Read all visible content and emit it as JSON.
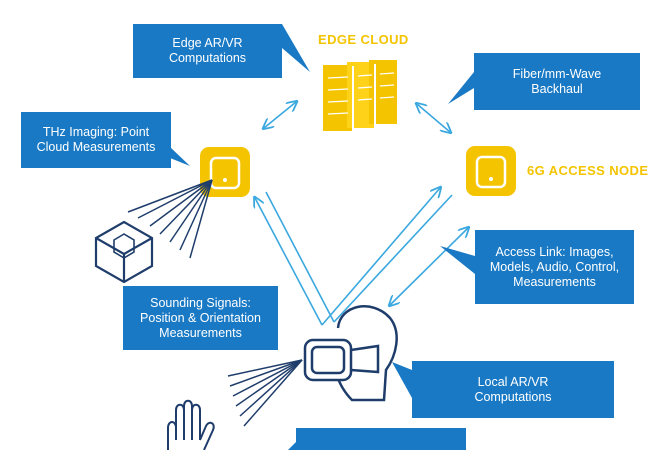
{
  "nodes": {
    "edge_cloud": "EDGE CLOUD",
    "access_node": "6G ACCESS NODE"
  },
  "callouts": {
    "edge_ar_vr": "Edge AR/VR\nComputations",
    "backhaul": "Fiber/mm-Wave\nBackhaul",
    "thz_imaging": "THz Imaging: Point\nCloud Measurements",
    "access_link": "Access Link: Images,\nModels, Audio, Control,\nMeasurements",
    "sounding": "Sounding Signals:\nPosition & Orientation\nMeasurements",
    "local_ar_vr": "Local AR/VR\nComputations"
  },
  "colors": {
    "callout_blue": "#1979c4",
    "arrow_blue": "#3aa8df",
    "node_yellow": "#f4c400",
    "line_navy": "#1f3d6b"
  },
  "icons": [
    "server-rack-icon",
    "access-node-icon",
    "wireframe-cube-icon",
    "vr-headset-icon",
    "hand-icon"
  ]
}
